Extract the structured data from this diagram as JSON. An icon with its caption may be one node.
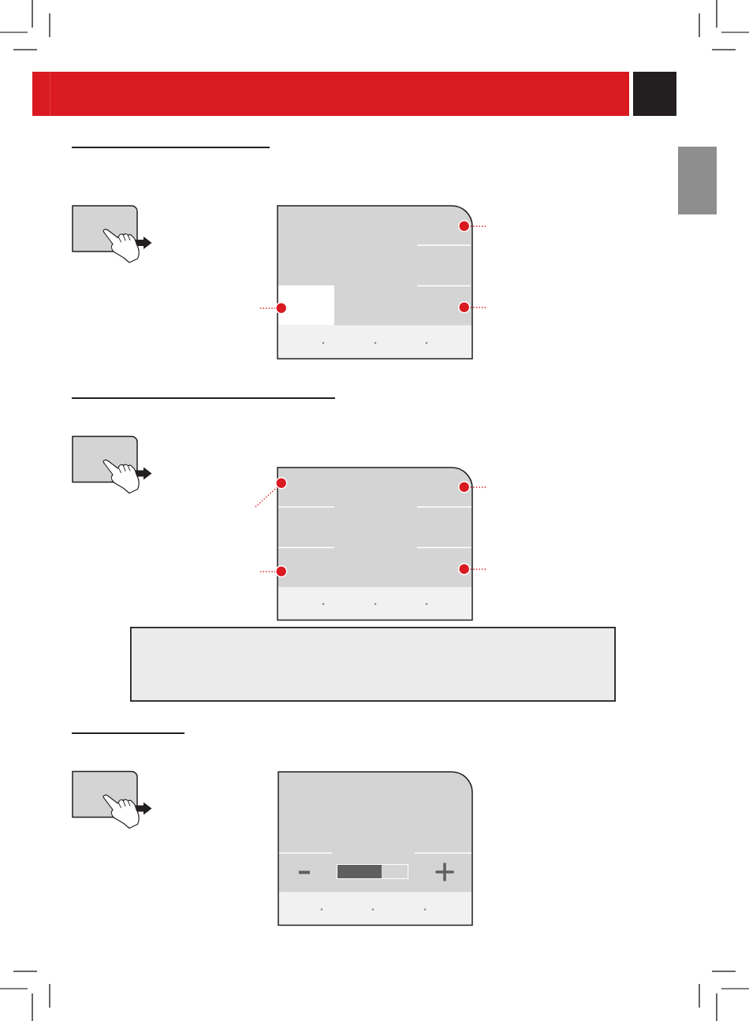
{
  "diagram": {
    "nodes": [
      {
        "text": [],
        "shape": "box"
      },
      {
        "text": [],
        "shape": "circle"
      },
      {
        "text": [],
        "shape": "circle"
      },
      {
        "text": [],
        "shape": "circle"
      },
      {
        "text": [],
        "shape": "circle"
      },
      {
        "text": [],
        "shape": "circle"
      },
      {
        "text": [],
        "shape": "circle"
      },
      {
        "text": [],
        "shape": "circle"
      },
      {
        "text": [],
        "shape": "box"
      }
    ],
    "edges": [
      {
        "from": null,
        "to": 1,
        "arrow": "none"
      },
      {
        "from": null,
        "to": 2,
        "arrow": "none"
      },
      {
        "from": null,
        "to": 3,
        "arrow": "none"
      },
      {
        "from": null,
        "to": 4,
        "arrow": "none"
      },
      {
        "from": null,
        "to": 5,
        "arrow": "none"
      },
      {
        "from": null,
        "to": 6,
        "arrow": "none"
      },
      {
        "from": null,
        "to": 7,
        "arrow": "none"
      }
    ]
  }
}
